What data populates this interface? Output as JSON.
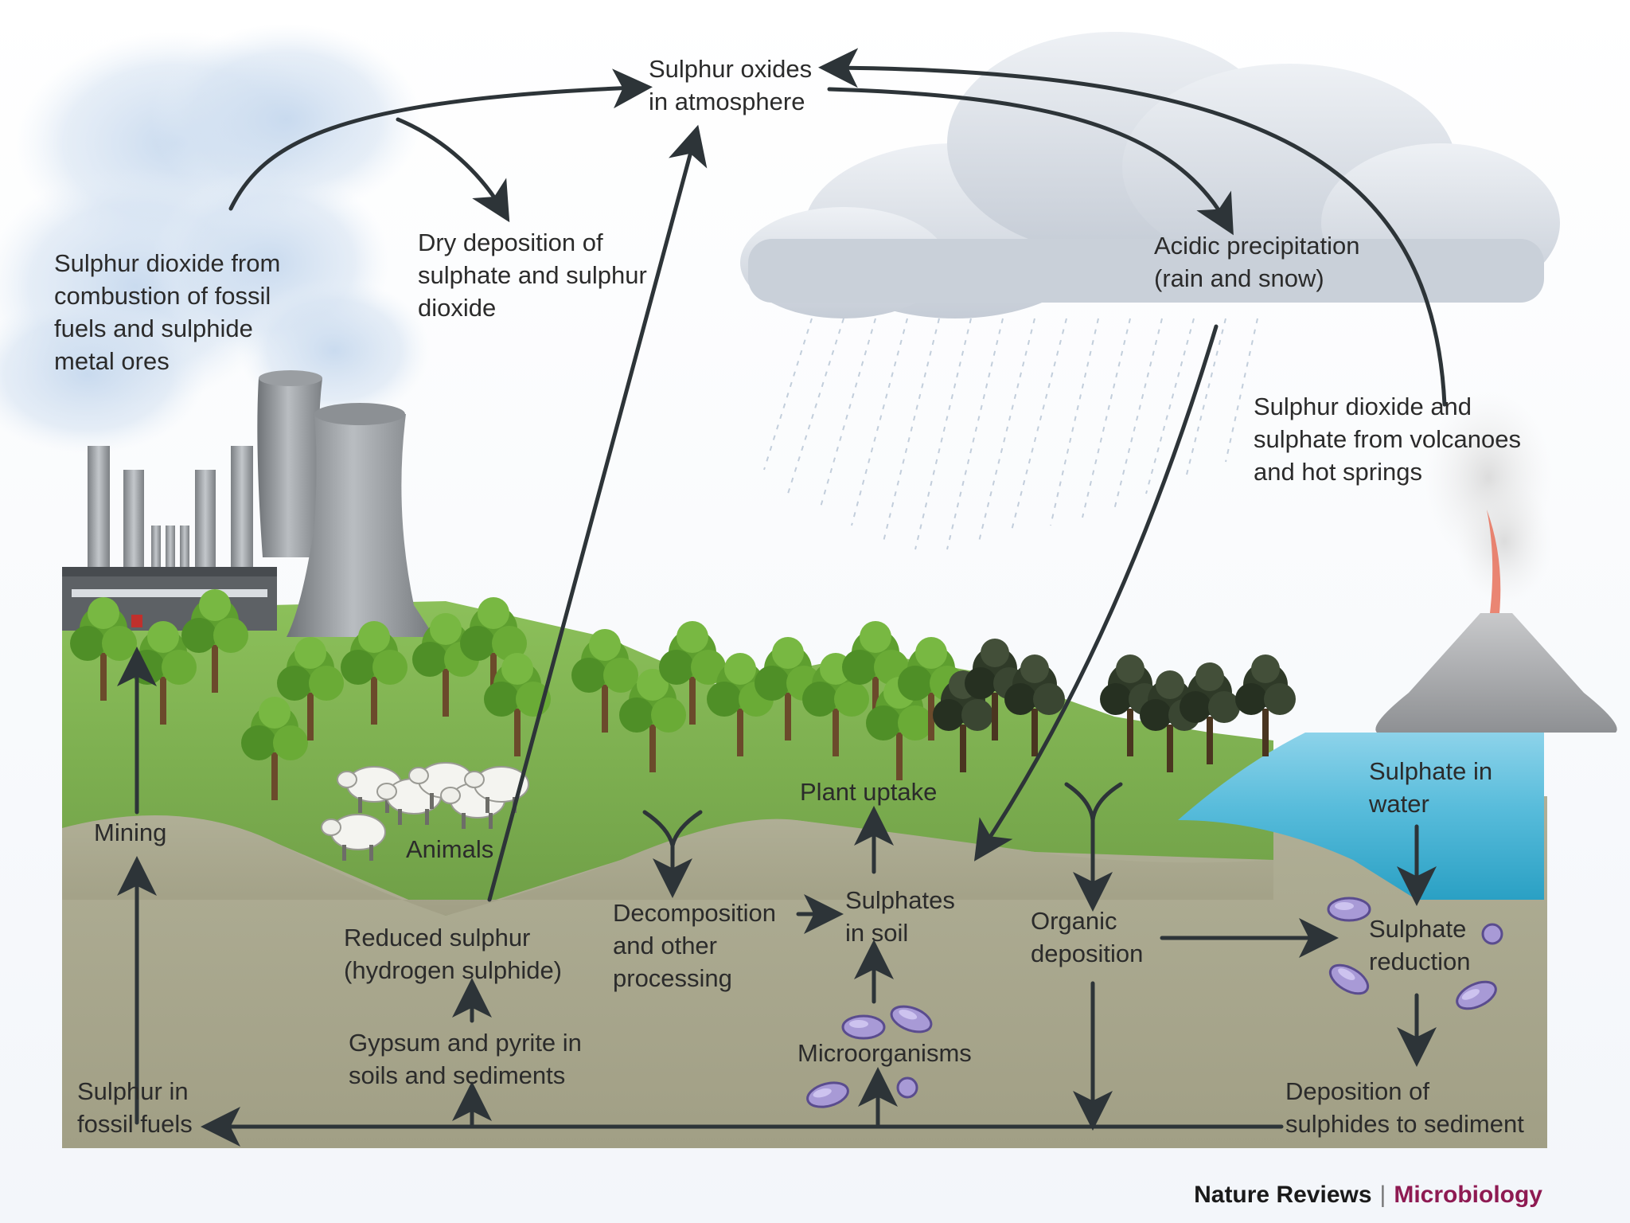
{
  "diagram": {
    "labels": {
      "atmosphere": [
        "Sulphur oxides",
        "in atmosphere"
      ],
      "combustion": [
        "Sulphur dioxide from",
        "combustion of fossil",
        "fuels and sulphide",
        "metal ores"
      ],
      "dry_deposition": [
        "Dry deposition of",
        "sulphate and sulphur",
        "dioxide"
      ],
      "acidic_precipitation": [
        "Acidic precipitation",
        "(rain and snow)"
      ],
      "volcanoes": [
        "Sulphur dioxide and",
        "sulphate from volcanoes",
        "and hot springs"
      ],
      "plant_uptake": "Plant uptake",
      "animals": "Animals",
      "mining": "Mining",
      "sulphate_in_water": [
        "Sulphate in",
        "water"
      ],
      "decomposition": [
        "Decomposition",
        "and other",
        "processing"
      ],
      "sulphates_in_soil": [
        "Sulphates",
        "in soil"
      ],
      "organic_deposition": [
        "Organic",
        "deposition"
      ],
      "reduced_sulphur": [
        "Reduced sulphur",
        "(hydrogen sulphide)"
      ],
      "sulphate_reduction": [
        "Sulphate",
        "reduction"
      ],
      "gypsum_pyrite": [
        "Gypsum and pyrite in",
        "soils and sediments"
      ],
      "microorganisms": "Microorganisms",
      "fossil_fuels": [
        "Sulphur in",
        "fossil fuels"
      ],
      "sulphide_deposition": [
        "Deposition of",
        "sulphides to sediment"
      ]
    },
    "credit": {
      "journal": "Nature Reviews",
      "subject": "Microbiology"
    }
  },
  "colors": {
    "arrow": "#2d3438",
    "ground": "#a6a68c",
    "grass": "#7fb34f",
    "water": "#5bbcd8",
    "cloud": "#d5d9e0",
    "smoke": "#cfdff0",
    "subject_accent": "#8e1a52"
  },
  "icons": [
    "factory-icon",
    "cooling-tower-icon",
    "volcano-icon",
    "tree-icon",
    "sheep-icon",
    "bacteria-icon",
    "cloud-icon",
    "rain-icon"
  ]
}
